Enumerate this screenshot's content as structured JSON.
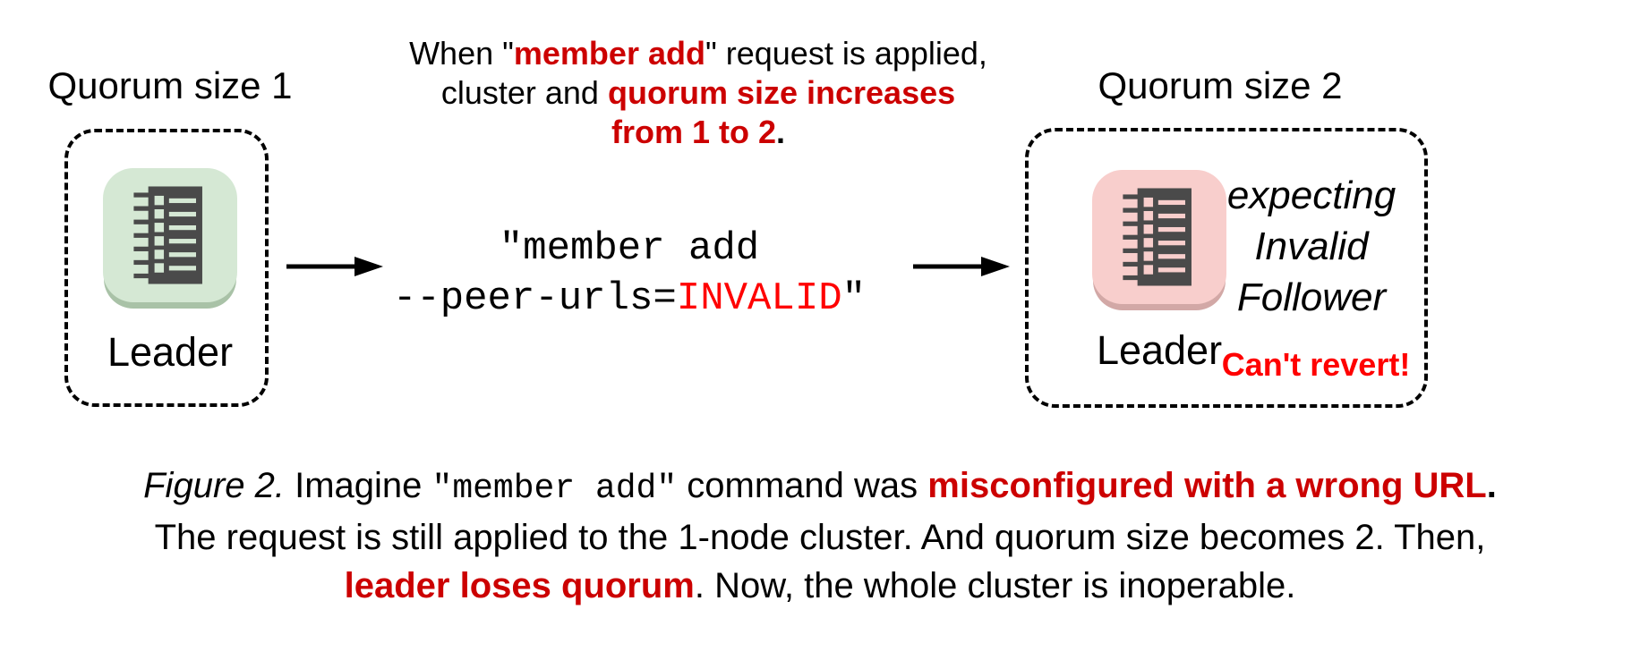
{
  "left_cluster": {
    "title": "Quorum size 1",
    "node_label": "Leader",
    "node_icon": "list-icon",
    "node_color": "#d5e8d4"
  },
  "right_cluster": {
    "title": "Quorum size 2",
    "node_label": "Leader",
    "node_icon": "list-icon",
    "node_color": "#f8cecc",
    "expect_line1": "expecting",
    "expect_line2": "Invalid",
    "expect_line3": "Follower",
    "warning": "Can't revert!"
  },
  "annotation": {
    "line1_pre": "When \"",
    "line1_em": "member add",
    "line1_post": "\" request is applied,",
    "line2_pre": "cluster and ",
    "line2_em": "quorum size increases",
    "line3_em": "from 1 to 2",
    "line3_post": "."
  },
  "command": {
    "line1": "\"member add",
    "line2_pre": "--peer-urls=",
    "line2_invalid": "INVALID",
    "line2_post": "\""
  },
  "arrows": {
    "icon": "arrow-right-icon",
    "count": 2
  },
  "caption": {
    "fig_label": "Figure 2.",
    "l1_a": " Imagine ",
    "l1_code": "\"member add\"",
    "l1_b": " command was ",
    "l1_em": "misconfigured with a wrong URL",
    "l1_c": ".",
    "l2": "The request is still applied to the 1-node cluster. And quorum size becomes 2. Then,",
    "l3_em": "leader loses quorum",
    "l3_a": ". Now, the whole cluster is inoperable."
  },
  "colors": {
    "em_red": "#cc0000",
    "bright_red": "#ff0000",
    "node_green": "#d5e8d4",
    "node_green_shadow": "#a9c2a7",
    "node_pink": "#f8cecc",
    "node_pink_shadow": "#d2a8a6",
    "glyph_dark": "#4a4a4a",
    "background": "#ffffff"
  }
}
